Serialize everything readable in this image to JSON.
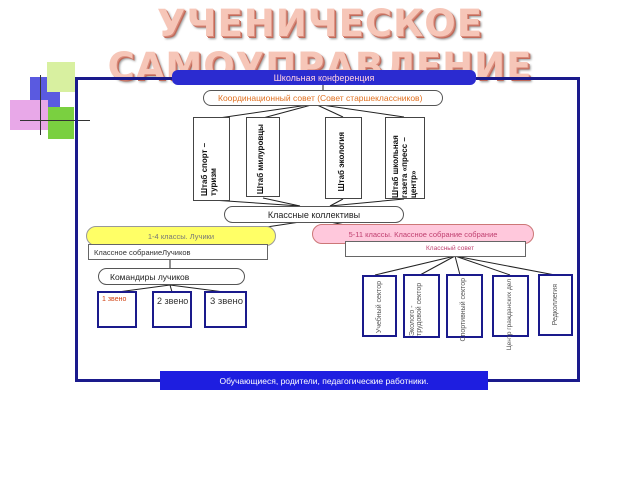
{
  "title": "УЧЕНИЧЕСКОЕ САМОУПРАВЛЕНИЕ",
  "colors": {
    "frame": "#1a1a8c",
    "conference": "#2b2bd0",
    "bottom_bar": "#1e1ee0",
    "yellow": "#ffff66",
    "pink": "#ffc8dc",
    "title": "#f6c6b8"
  },
  "conference": "Школьная конференция",
  "council": "Координационный совет (Совет старшеклассников)",
  "headquarters": [
    "Штаб спорт – туризм",
    "Штаб милуровцы",
    "Штаб экология",
    "Штаб школьная газета «пресс – центр»"
  ],
  "class_collectives": "Классные коллективы",
  "junior": {
    "header": "1-4 классы. Лучики",
    "meeting": "Классное собраниеЛучиков",
    "commanders": "Командиры лучиков",
    "links": [
      "1 звено",
      "2 звено",
      "3 звено"
    ]
  },
  "senior": {
    "header": "5-11 классы. Классное   собрание собрание",
    "council": "Классный совет",
    "sectors": [
      "Учебный сектор",
      "Эколого - трудовой сектор",
      "Спортивный сектор",
      "Центр гражданских дел",
      "Редколлегия"
    ]
  },
  "bottom": "Обучающиеся, родители, педагогические работники."
}
